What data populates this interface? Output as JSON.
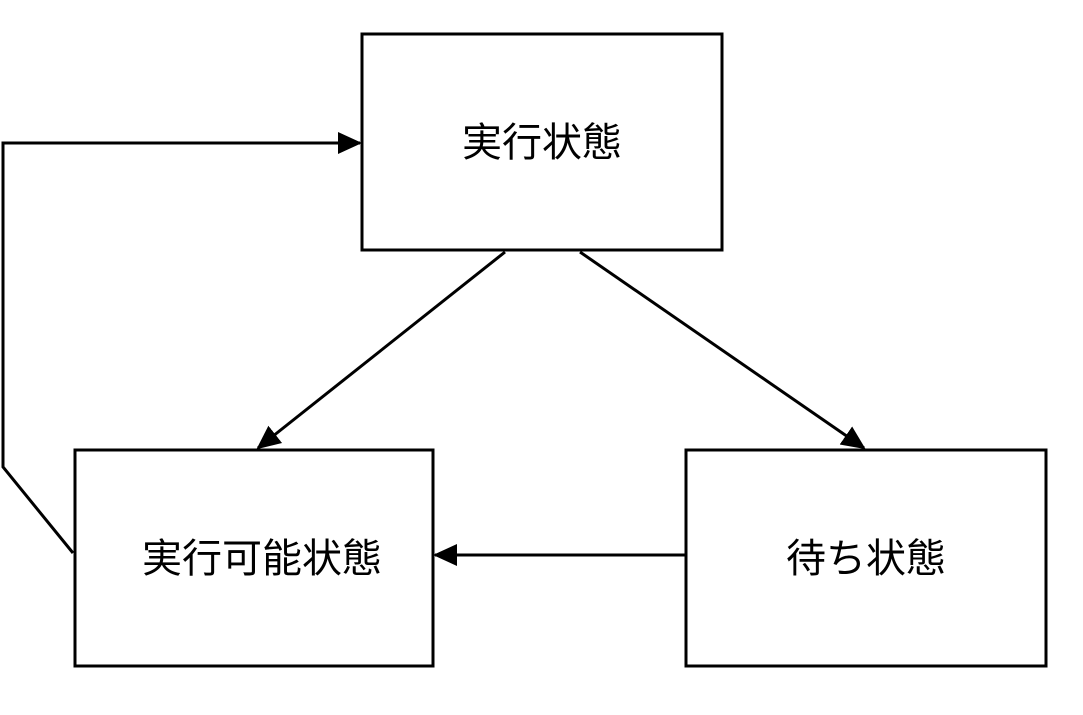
{
  "diagram": {
    "states": {
      "running": {
        "label": "実行状態"
      },
      "ready": {
        "label": "実行可能状態"
      },
      "waiting": {
        "label": "待ち状態"
      }
    },
    "colors": {
      "stroke": "#000000",
      "fill": "#ffffff"
    }
  }
}
